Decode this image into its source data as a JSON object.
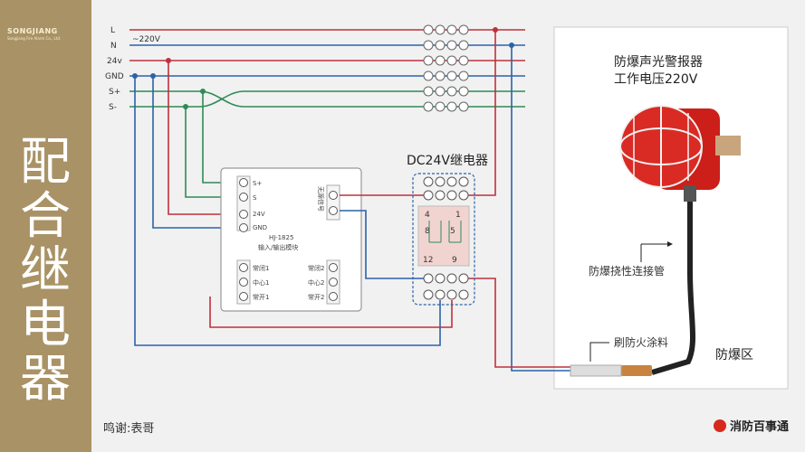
{
  "sidebar": {
    "logo_text": "SONGJIANG",
    "logo_sub": "Songjiang Fire Alarm Co., Ltd.",
    "title_chars": [
      "配",
      "合",
      "继",
      "电",
      "器"
    ]
  },
  "bus": {
    "labels": [
      "L",
      "N",
      "24v",
      "GND",
      "S+",
      "S-"
    ],
    "voltage": "~220V"
  },
  "module": {
    "terminals_left": [
      "S+",
      "S",
      "24V",
      "GND"
    ],
    "terminals_right": [
      "无源信号"
    ],
    "model": "HJ-1825",
    "name": "输入/输出模块",
    "bottom_left": [
      "常闭1",
      "中心1",
      "常开1"
    ],
    "bottom_right": [
      "常闭2",
      "中心2",
      "常开2"
    ]
  },
  "relay": {
    "title": "DC24V继电器",
    "pins": [
      "4",
      "1",
      "8",
      "5",
      "12",
      "9"
    ]
  },
  "alarm": {
    "title": "防爆声光警报器",
    "voltage": "工作电压220V",
    "conduit_label": "防爆挠性连接管",
    "paint_label": "刷防火涂料",
    "zone_label": "防爆区"
  },
  "footer": {
    "credit": "鸣谢:表哥",
    "brand": "消防百事通"
  },
  "colors": {
    "live": "#c0303c",
    "neutral": "#2a63a8",
    "signal": "#2e8b57",
    "sidebar": "#a99265",
    "alarm_red": "#cc1f1a"
  }
}
